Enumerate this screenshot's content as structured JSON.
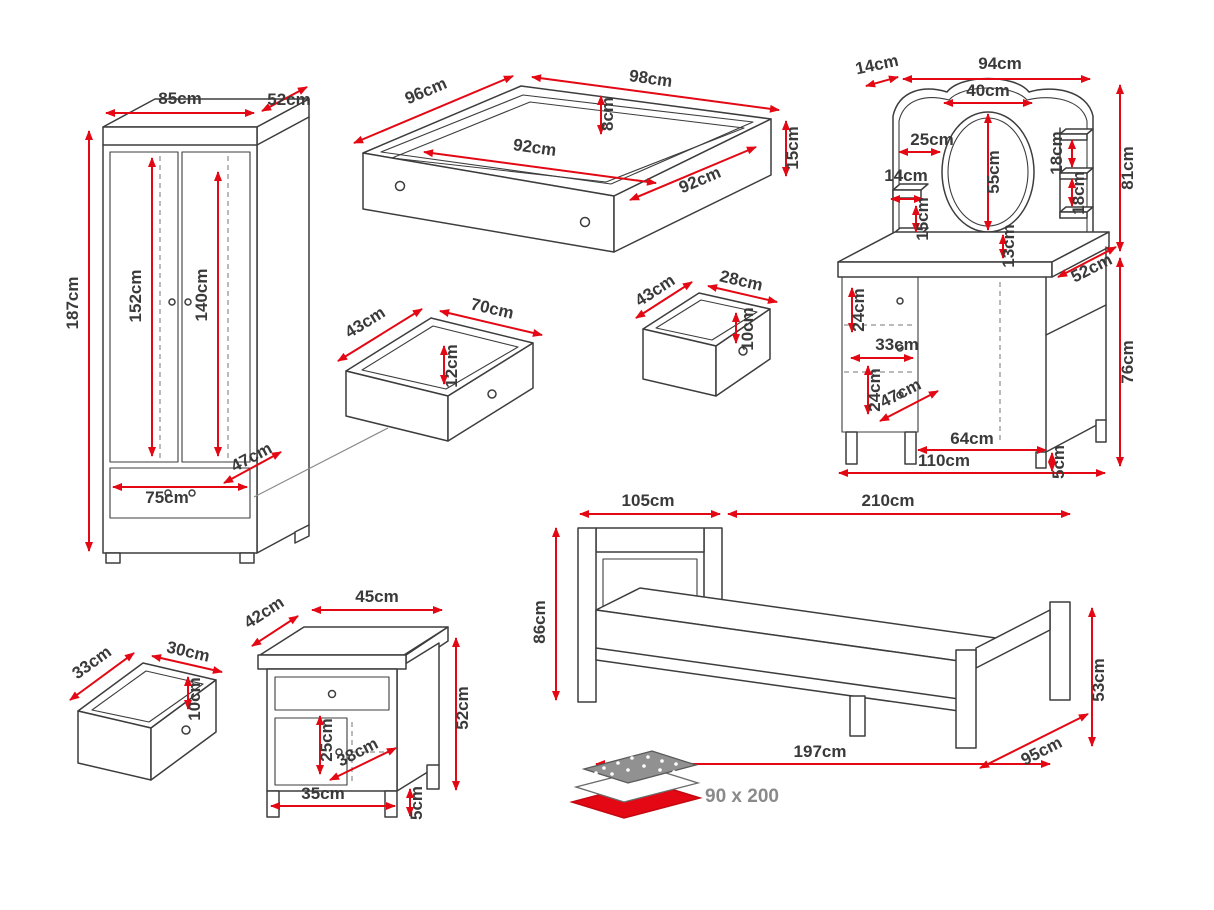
{
  "colors": {
    "background": "#ffffff",
    "outline": "#3d3d3d",
    "dimension_red": "#e30813",
    "label_text": "#3a3a3a",
    "muted_text": "#8a8a8a"
  },
  "labels": {
    "wardrobe": {
      "width": "85cm",
      "depth": "52cm",
      "height": "187cm",
      "inner_height_left": "152cm",
      "inner_height_right": "140cm",
      "inner_depth": "47cm",
      "drawer_width": "75cm"
    },
    "underbed_box": {
      "depth": "96cm",
      "width": "98cm",
      "inner_width": "92cm",
      "rim_height": "8cm",
      "inner_depth": "92cm",
      "side_height": "15cm"
    },
    "wardrobe_drawer": {
      "depth": "43cm",
      "width": "70cm",
      "height": "12cm"
    },
    "vanity_drawer": {
      "depth": "43cm",
      "width": "28cm",
      "height": "10cm"
    },
    "vanity": {
      "top_offset": "14cm",
      "top_width": "94cm",
      "mirror_width": "40cm",
      "mirror_gap": "25cm",
      "mirror_height": "55cm",
      "shelf_gap_upper": "18cm",
      "shelf_gap_lower": "18cm",
      "upper_height": "81cm",
      "corbel_width": "14cm",
      "corbel_gap": "15cm",
      "mirror_bottom_gap": "13cm",
      "desk_depth": "52cm",
      "drawer_top": "24cm",
      "drawer_middle": "33cm",
      "drawer_bottom": "24cm",
      "inner_depth": "47cm",
      "desk_height": "76cm",
      "knee_width": "64cm",
      "total_width": "110cm",
      "leg_height": "5cm"
    },
    "nightstand_drawer": {
      "depth": "33cm",
      "width": "30cm",
      "height": "10cm"
    },
    "nightstand": {
      "depth": "42cm",
      "width": "45cm",
      "height": "52cm",
      "inner_height": "25cm",
      "inner_width": "38cm",
      "base_width": "35cm",
      "leg_height": "5cm"
    },
    "bed": {
      "headboard_width": "105cm",
      "length": "210cm",
      "headboard_height": "86cm",
      "footboard_height": "53cm",
      "base_length": "197cm",
      "width": "95cm",
      "mattress_size": "90 x 200"
    }
  }
}
